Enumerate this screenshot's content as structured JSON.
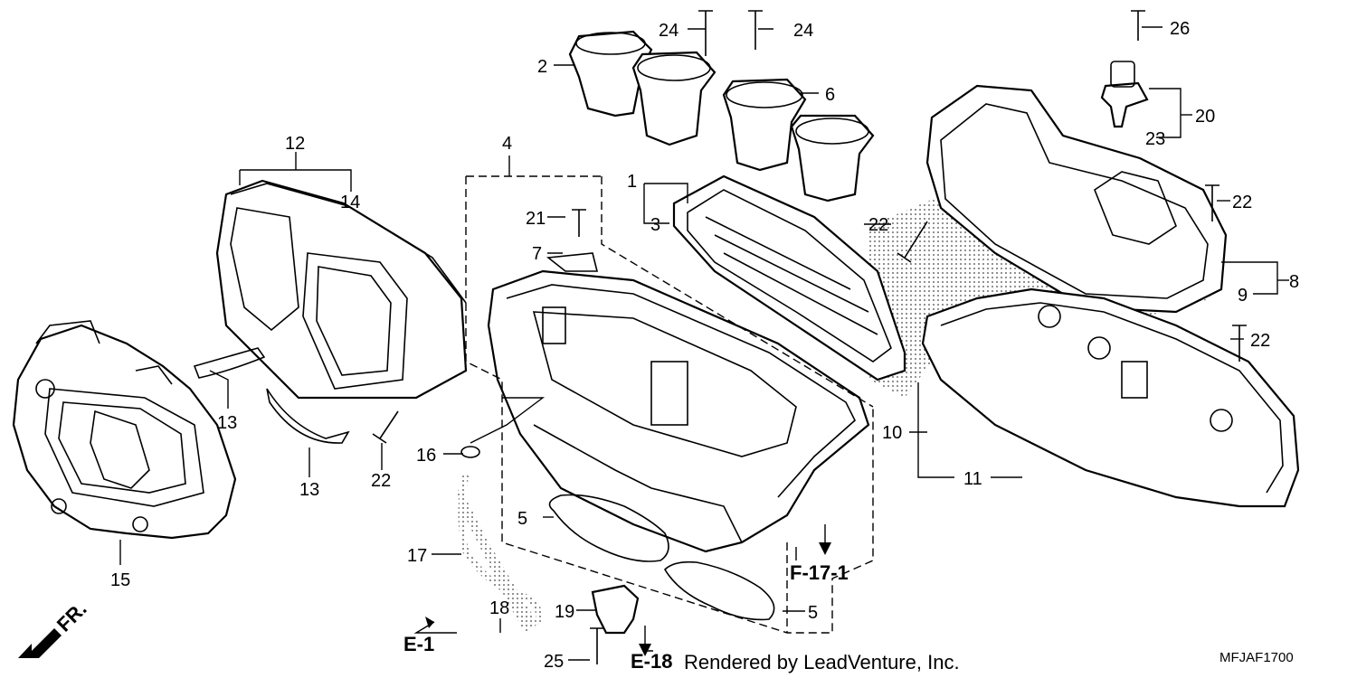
{
  "diagram": {
    "part_labels": [
      "1",
      "2",
      "3",
      "4",
      "5",
      "5",
      "6",
      "7",
      "8",
      "9",
      "10",
      "11",
      "12",
      "13",
      "13",
      "14",
      "15",
      "16",
      "17",
      "18",
      "19",
      "20",
      "21",
      "22",
      "22",
      "22",
      "22",
      "23",
      "24",
      "24",
      "25",
      "26"
    ],
    "reference_labels": [
      "F-17-1",
      "E-1",
      "E-18"
    ],
    "direction_label": "FR.",
    "footer": "Rendered by LeadVenture, Inc.",
    "diagram_code": "MFJAF1700"
  }
}
